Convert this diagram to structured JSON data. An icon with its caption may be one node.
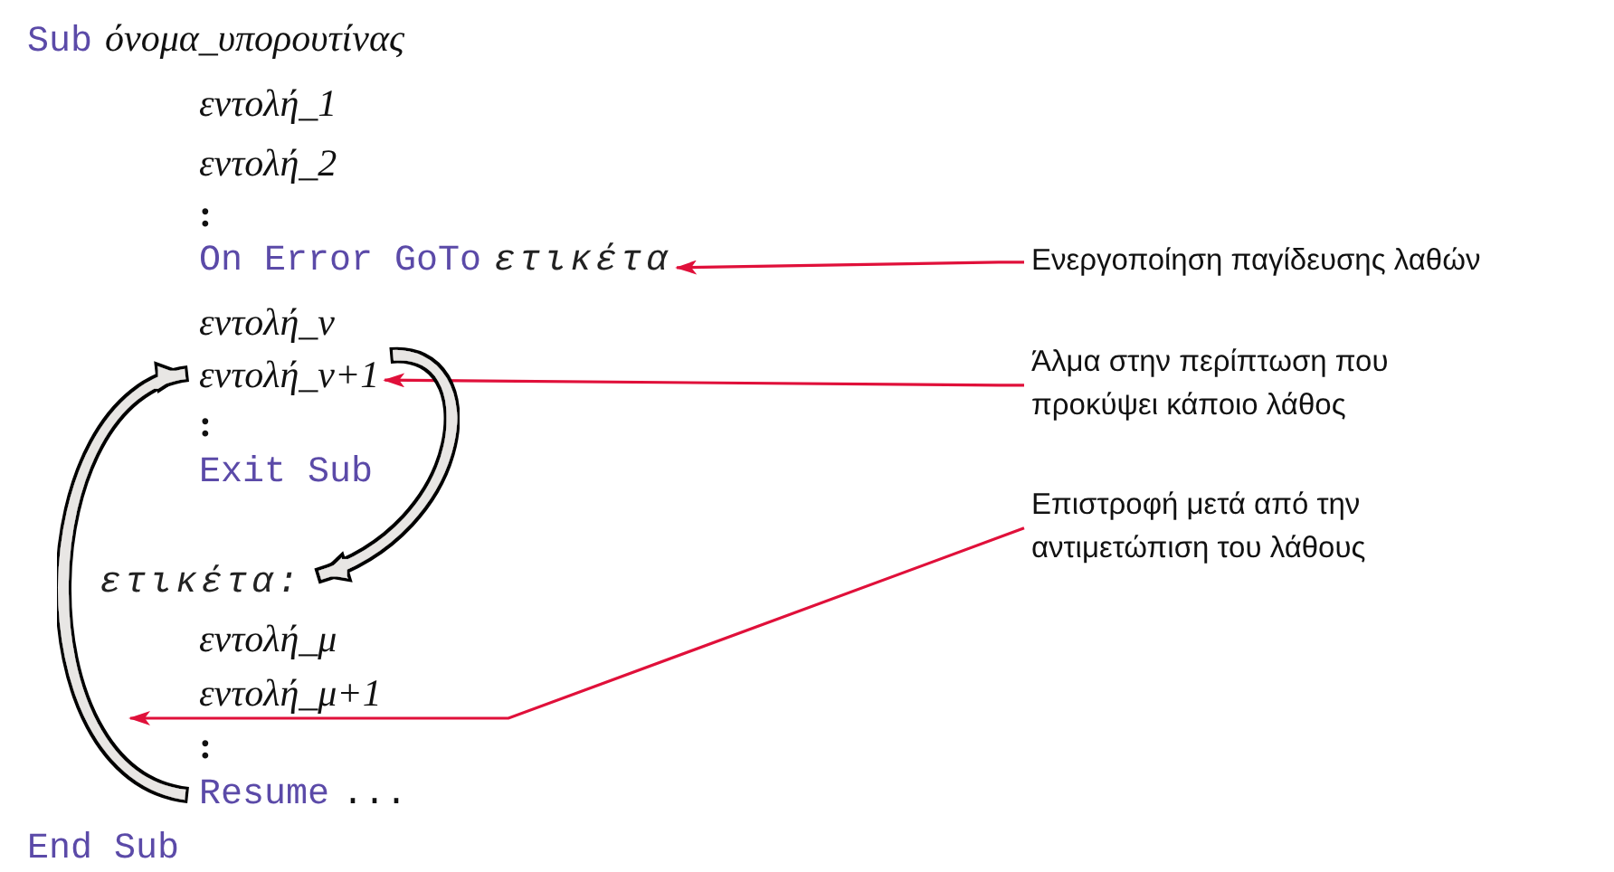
{
  "diagram": {
    "nodes": [
      {
        "text": [
          "Sub",
          "όνομα_υπορουτίνας"
        ]
      },
      {
        "text": [
          "εντολή_1"
        ]
      },
      {
        "text": [
          "εντολή_2"
        ]
      },
      {
        "text": [
          ":"
        ]
      },
      {
        "text": [
          "On Error GoTo",
          "ετικέτα"
        ]
      },
      {
        "text": [
          "εντολή_ν"
        ]
      },
      {
        "text": [
          "εντολή_ν+1"
        ]
      },
      {
        "text": [
          ":"
        ]
      },
      {
        "text": [
          "Exit Sub"
        ]
      },
      {
        "text": [
          "ετικέτα:"
        ]
      },
      {
        "text": [
          "εντολή_μ"
        ]
      },
      {
        "text": [
          "εντολή_μ+1"
        ]
      },
      {
        "text": [
          ":"
        ]
      },
      {
        "text": [
          "Resume",
          "..."
        ]
      },
      {
        "text": [
          "End Sub"
        ]
      },
      {
        "text": [
          "Ενεργοποίηση παγίδευσης λαθών"
        ]
      },
      {
        "text": [
          "Άλμα στην περίπτωση που προκύψει κάποιο λάθος"
        ]
      },
      {
        "text": [
          "Επιστροφή μετά από την αντιμετώπιση του λάθους"
        ]
      }
    ],
    "edges": [
      {
        "from": 15,
        "to": 4,
        "arrow": "to"
      },
      {
        "from": 16,
        "to": 6,
        "arrow": "to"
      },
      {
        "from": 17,
        "to": null,
        "arrow": "to"
      },
      {
        "from": 6,
        "to": 9,
        "arrow": "to",
        "style": "thick",
        "color": "#000000"
      },
      {
        "from": 13,
        "to": 6,
        "arrow": "to",
        "style": "thick",
        "color": "#000000"
      }
    ]
  }
}
